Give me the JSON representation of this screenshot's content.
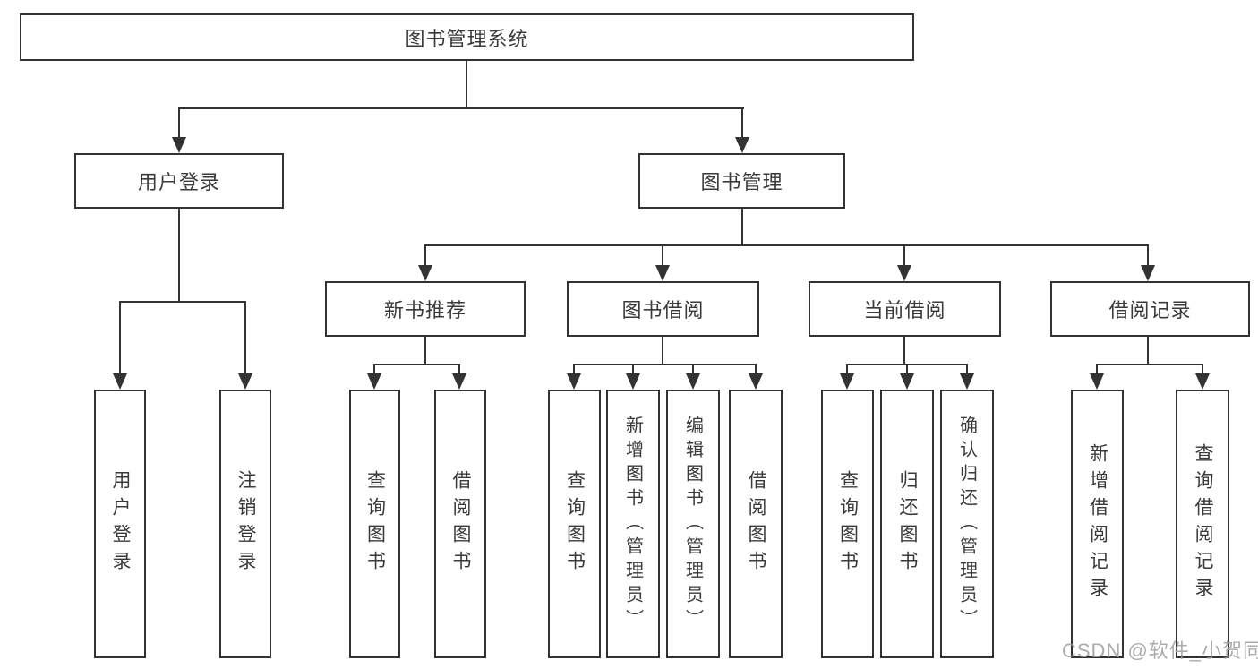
{
  "tree": {
    "root": {
      "label": "图书管理系统"
    },
    "user_login": {
      "label": "用户登录",
      "children": [
        {
          "label": "用户登录"
        },
        {
          "label": "注销登录"
        }
      ]
    },
    "book_mgmt": {
      "label": "图书管理",
      "children": [
        {
          "label": "新书推荐",
          "children": [
            {
              "label": "查询图书"
            },
            {
              "label": "借阅图书"
            }
          ]
        },
        {
          "label": "图书借阅",
          "children": [
            {
              "label": "查询图书"
            },
            {
              "label": "新增图书（管理员）"
            },
            {
              "label": "编辑图书（管理员）"
            },
            {
              "label": "借阅图书"
            }
          ]
        },
        {
          "label": "当前借阅",
          "children": [
            {
              "label": "查询图书"
            },
            {
              "label": "归还图书"
            },
            {
              "label": "确认归还（管理员）"
            }
          ]
        },
        {
          "label": "借阅记录",
          "children": [
            {
              "label": "新增借阅记录"
            },
            {
              "label": "查询借阅记录"
            }
          ]
        }
      ]
    }
  },
  "watermark": {
    "text": "CSDN @软件_小贺同学"
  },
  "colors": {
    "line": "#333333",
    "box_border": "#333333",
    "text": "#3a3a3a",
    "watermark": "#9e9e9e",
    "background": "#ffffff"
  }
}
